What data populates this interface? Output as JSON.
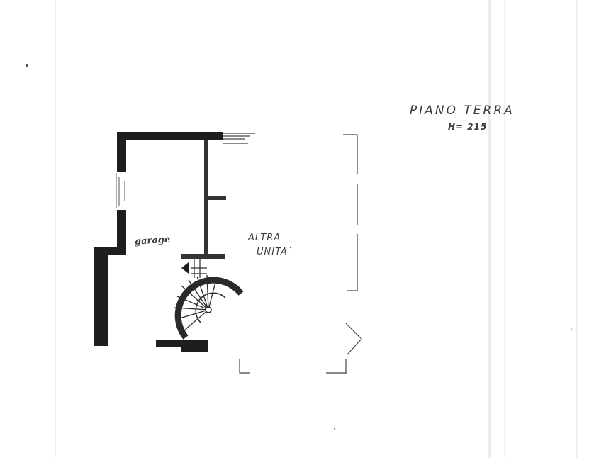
{
  "plan": {
    "title": "PIANO TERRA",
    "height_note": "H= 215",
    "room_garage": "garage",
    "room_other_line1": "ALTRA",
    "room_other_line2": "UNITA`"
  },
  "colors": {
    "ink": "#2a2a2a",
    "wall": "#1e1e1e",
    "paper": "#ffffff"
  }
}
